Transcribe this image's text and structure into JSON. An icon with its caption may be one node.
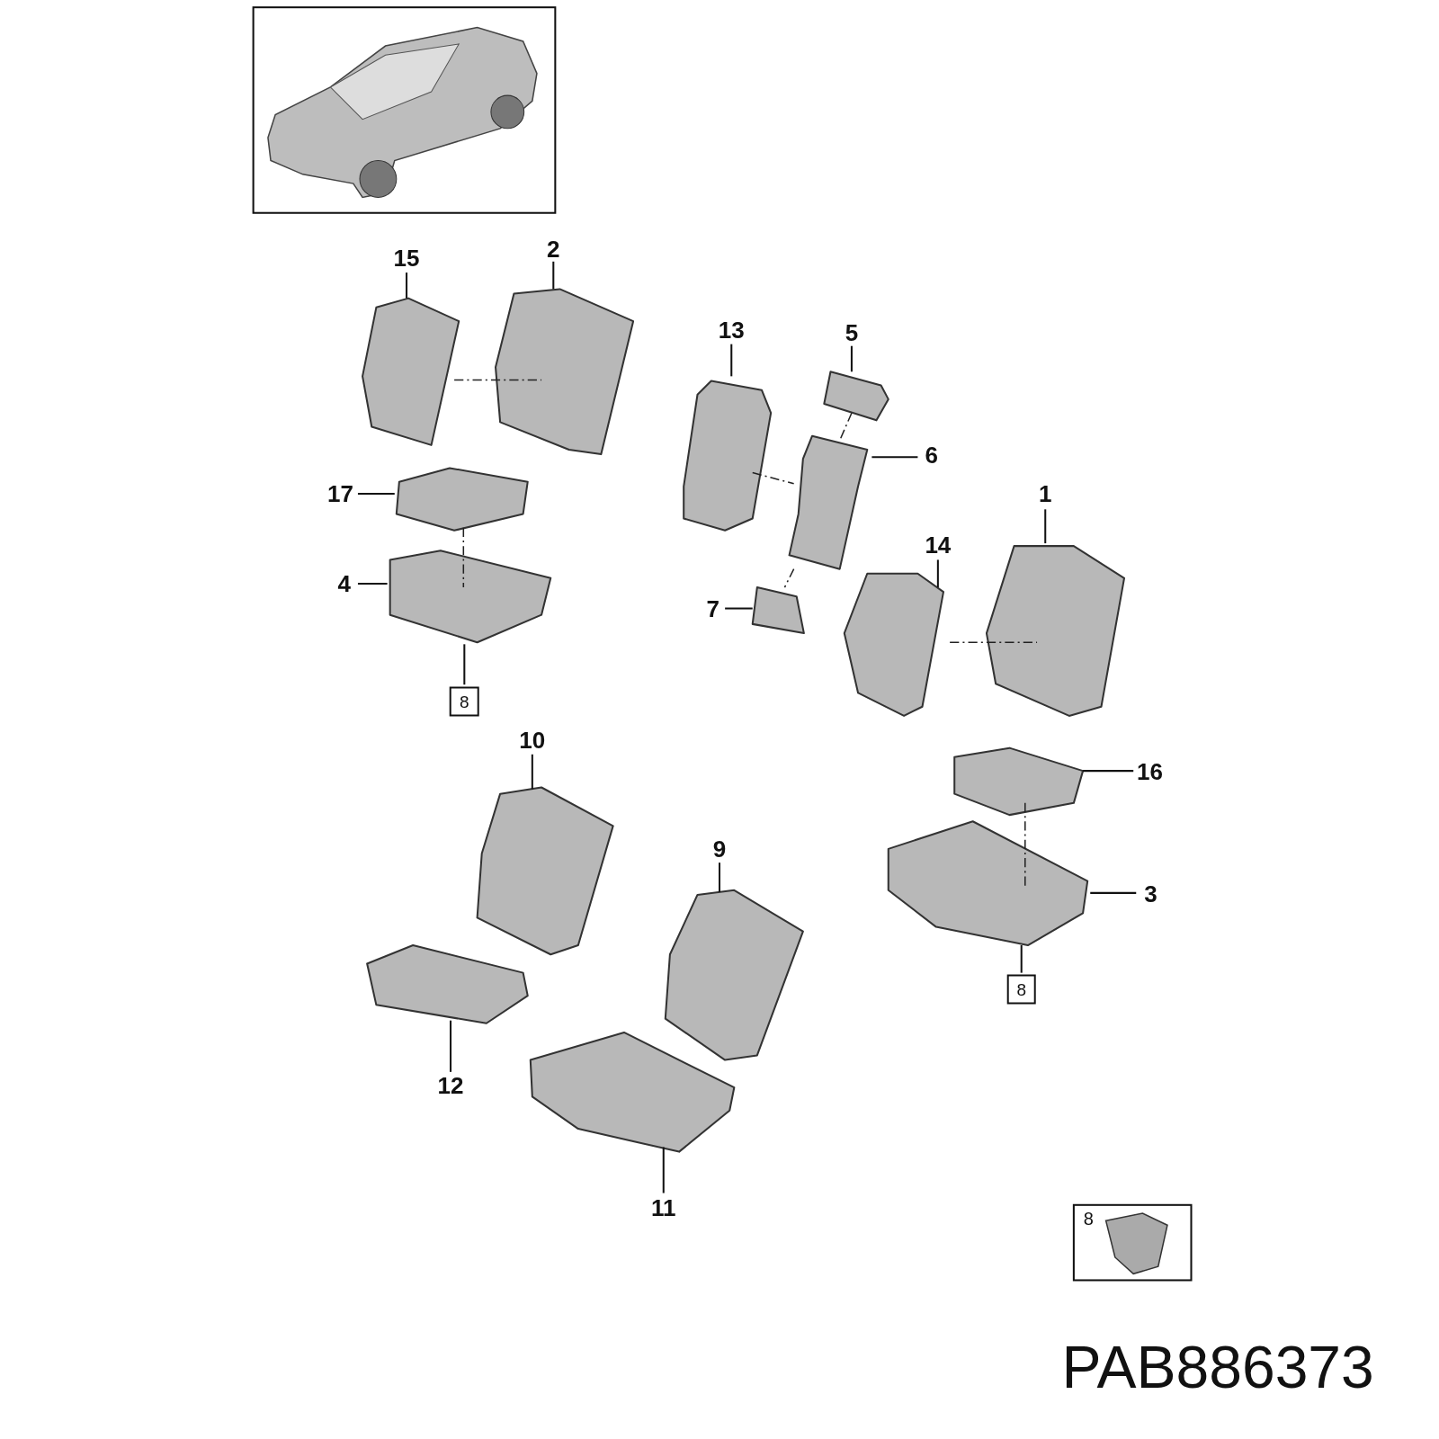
{
  "diagram": {
    "nodes": [
      {
        "text": [
          "15"
        ]
      },
      {
        "text": [
          "2"
        ]
      },
      {
        "text": [
          "13"
        ]
      },
      {
        "text": [
          "5"
        ]
      },
      {
        "text": [
          "6"
        ]
      },
      {
        "text": [
          "17"
        ]
      },
      {
        "text": [
          "1"
        ]
      },
      {
        "text": [
          "14"
        ]
      },
      {
        "text": [
          "7"
        ]
      },
      {
        "text": [
          "4"
        ]
      },
      {
        "text": [
          "8"
        ]
      },
      {
        "text": [
          "10"
        ]
      },
      {
        "text": [
          "16"
        ]
      },
      {
        "text": [
          "9"
        ]
      },
      {
        "text": [
          "3"
        ]
      },
      {
        "text": [
          "8"
        ]
      },
      {
        "text": [
          "12"
        ]
      },
      {
        "text": [
          "11"
        ]
      }
    ],
    "edges": [
      {
        "from": 0,
        "to": null,
        "arrow": "none"
      },
      {
        "from": 1,
        "to": null,
        "arrow": "none"
      },
      {
        "from": 2,
        "to": null,
        "arrow": "none"
      },
      {
        "from": 3,
        "to": null,
        "arrow": "none"
      },
      {
        "from": 4,
        "to": null,
        "arrow": "none"
      },
      {
        "from": 5,
        "to": null,
        "arrow": "none"
      },
      {
        "from": 6,
        "to": null,
        "arrow": "none"
      },
      {
        "from": 7,
        "to": null,
        "arrow": "none"
      },
      {
        "from": 8,
        "to": null,
        "arrow": "none"
      },
      {
        "from": 9,
        "to": null,
        "arrow": "none"
      },
      {
        "from": 10,
        "to": null,
        "arrow": "none"
      },
      {
        "from": 11,
        "to": null,
        "arrow": "none"
      },
      {
        "from": 12,
        "to": null,
        "arrow": "none"
      },
      {
        "from": 13,
        "to": null,
        "arrow": "none"
      },
      {
        "from": 14,
        "to": null,
        "arrow": "none"
      },
      {
        "from": 15,
        "to": null,
        "arrow": "none"
      },
      {
        "from": 16,
        "to": null,
        "arrow": "none"
      },
      {
        "from": 17,
        "to": null,
        "arrow": "none"
      }
    ],
    "labels": [
      "8",
      "PAB886373"
    ]
  }
}
